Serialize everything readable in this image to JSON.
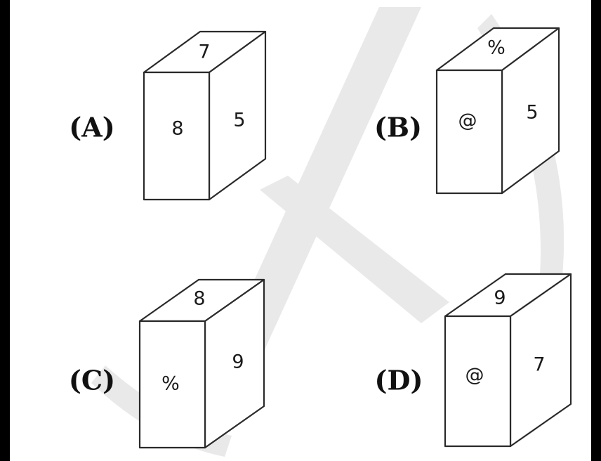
{
  "colors": {
    "border": "#000000",
    "panel": "#ffffff",
    "watermark": "#e9e9e9",
    "stroke": "#2a2a2a"
  },
  "options": [
    {
      "label": "(A)",
      "top": "7",
      "front": "8",
      "side": "5"
    },
    {
      "label": "(B)",
      "top": "%",
      "front": "@",
      "side": "5"
    },
    {
      "label": "(C)",
      "top": "8",
      "front": "%",
      "side": "9"
    },
    {
      "label": "(D)",
      "top": "9",
      "front": "@",
      "side": "7"
    }
  ]
}
